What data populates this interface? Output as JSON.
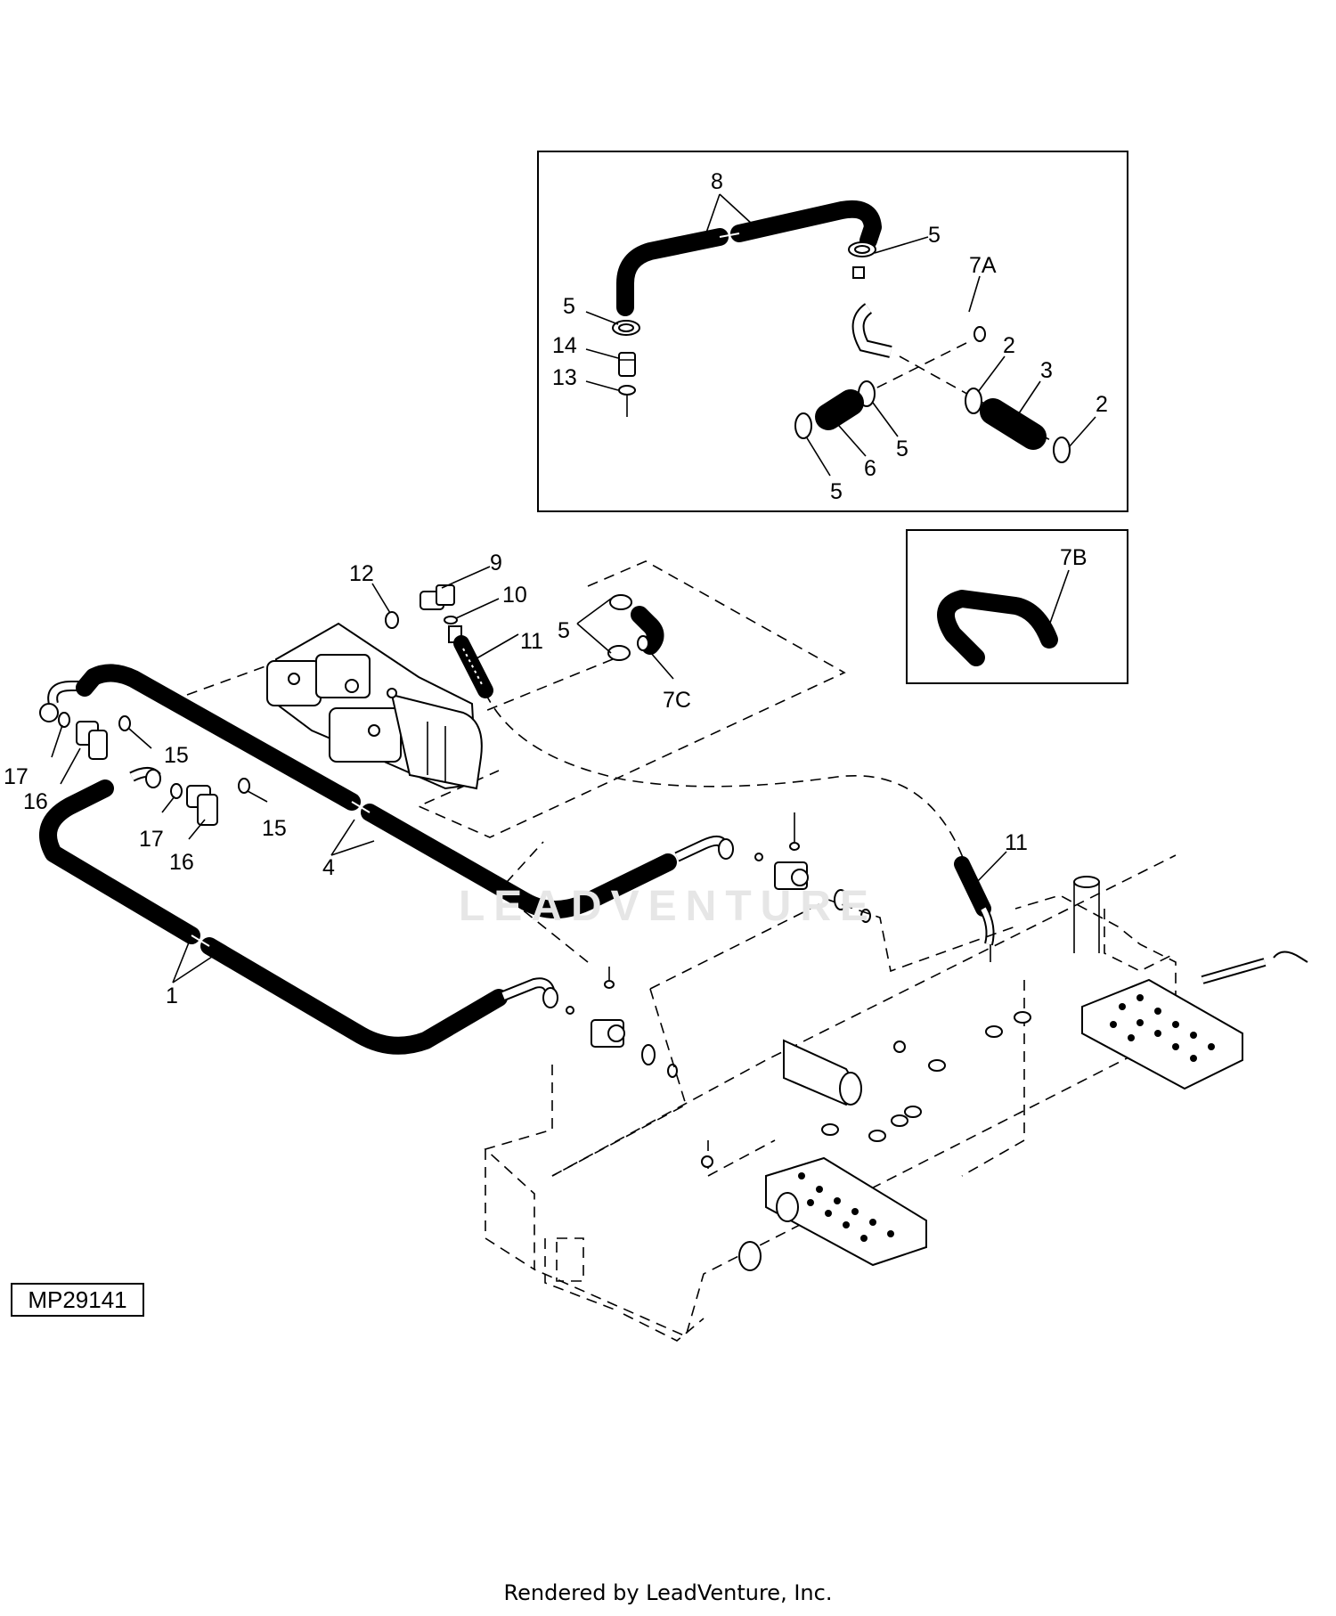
{
  "diagram": {
    "code": "MP29141",
    "footer": "Rendered by LeadVenture, Inc.",
    "watermark": "LEADVENTURE",
    "callouts": {
      "c1": "1",
      "c2a": "2",
      "c2b": "2",
      "c3": "3",
      "c4": "4",
      "c5a": "5",
      "c5b": "5",
      "c5c": "5",
      "c5d": "5",
      "c5e": "5",
      "c6": "6",
      "c7a": "7A",
      "c7b": "7B",
      "c7c": "7C",
      "c8": "8",
      "c9": "9",
      "c10": "10",
      "c11a": "11",
      "c11b": "11",
      "c12": "12",
      "c13": "13",
      "c14": "14",
      "c15a": "15",
      "c15b": "15",
      "c16a": "16",
      "c16b": "16",
      "c17a": "17",
      "c17b": "17"
    }
  }
}
